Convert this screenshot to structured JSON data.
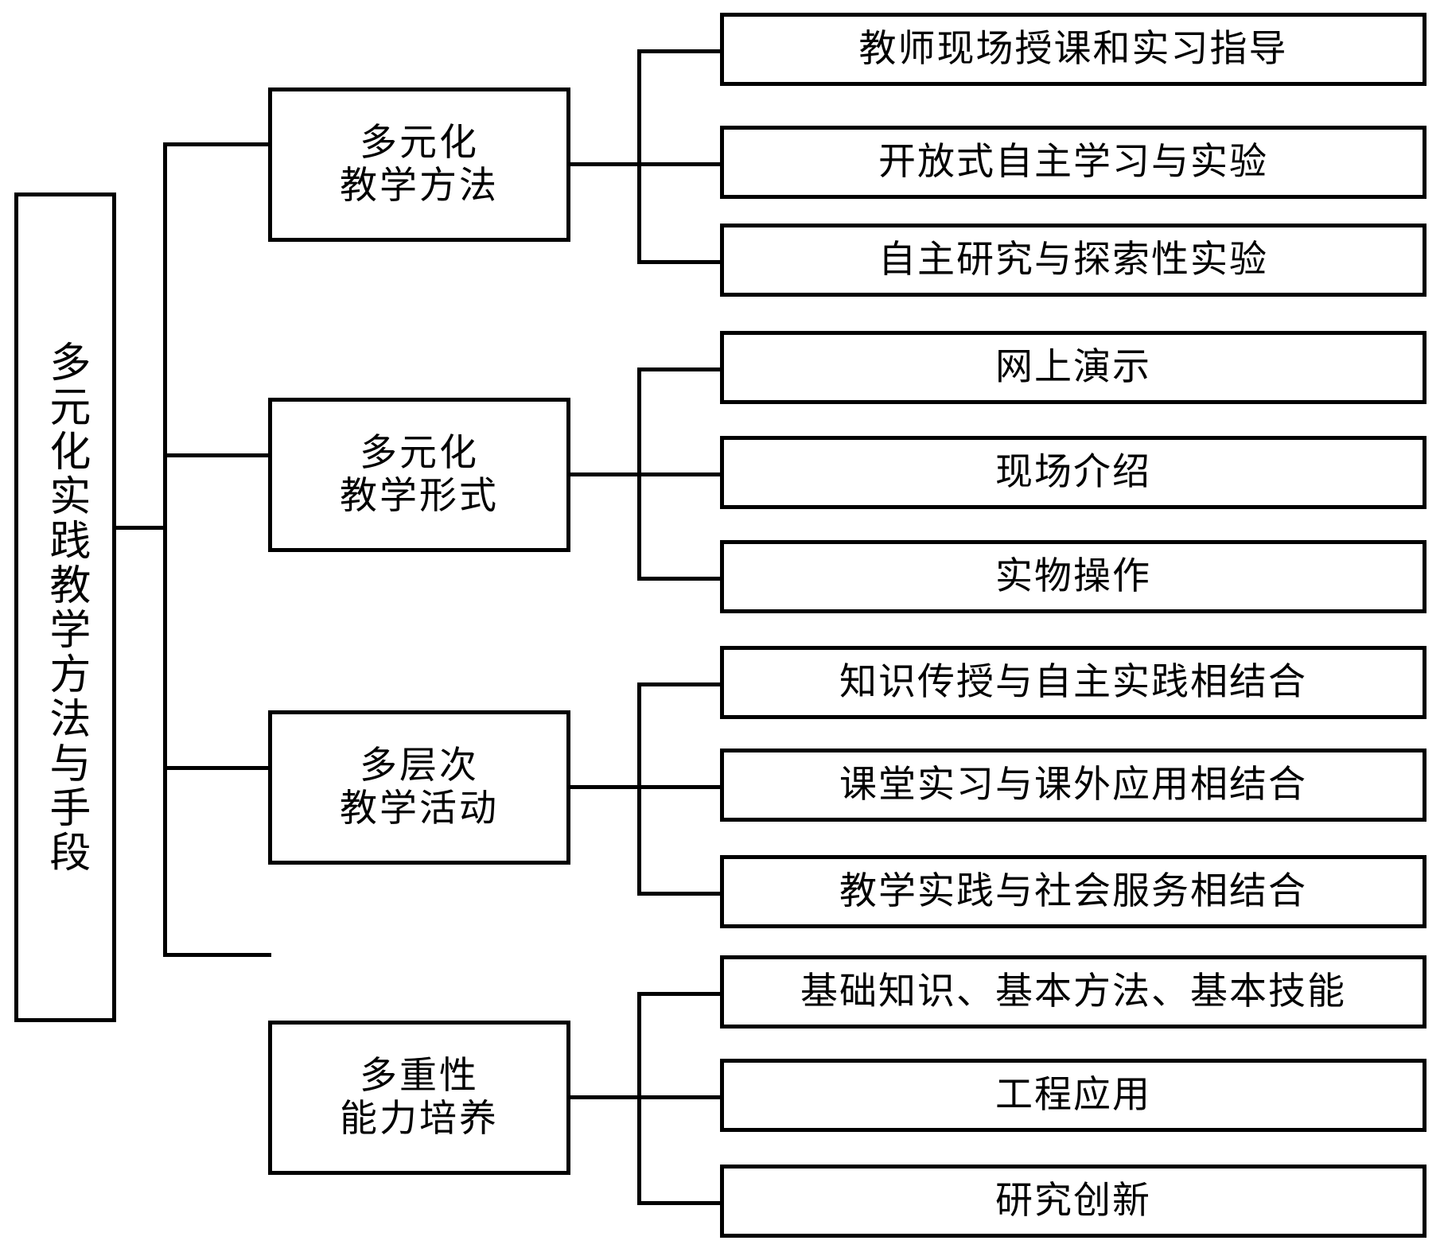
{
  "diagram": {
    "type": "hierarchy-tree",
    "orientation": "left-to-right",
    "line_color": "#000000",
    "box_fill": "#ffffff",
    "root": {
      "label": "多元化实践教学方法与手段",
      "text_direction": "vertical"
    },
    "branches": [
      {
        "label_line1": "多元化",
        "label_line2": "教学方法",
        "children": [
          "教师现场授课和实习指导",
          "开放式自主学习与实验",
          "自主研究与探索性实验"
        ]
      },
      {
        "label_line1": "多元化",
        "label_line2": "教学形式",
        "children": [
          "网上演示",
          "现场介绍",
          "实物操作"
        ]
      },
      {
        "label_line1": "多层次",
        "label_line2": "教学活动",
        "children": [
          "知识传授与自主实践相结合",
          "课堂实习与课外应用相结合",
          "教学实践与社会服务相结合"
        ]
      },
      {
        "label_line1": "多重性",
        "label_line2": "能力培养",
        "children": [
          "基础知识、基本方法、基本技能",
          "工程应用",
          "研究创新"
        ]
      }
    ]
  }
}
